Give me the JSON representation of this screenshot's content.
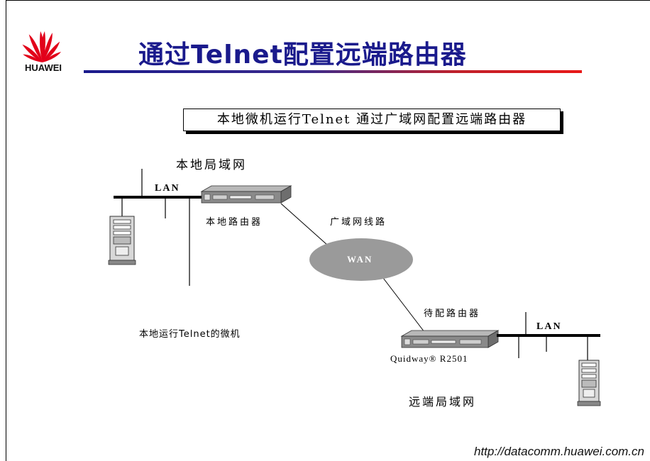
{
  "header": {
    "brand": "HUAWEI",
    "title": "通过Telnet配置远端路由器"
  },
  "diagram": {
    "caption": "本地微机运行Telnet 通过广域网配置远端路由器",
    "local_lan_title": "本地局域网",
    "local_lan_label": "LAN",
    "local_router_label": "本地路由器",
    "wan_link_label": "广域网线路",
    "wan_label": "WAN",
    "local_pc_label": "本地运行Telnet的微机",
    "remote_router_label": "待配路由器",
    "remote_router_model": "Quidway® R2501",
    "remote_lan_label": "LAN",
    "remote_lan_title": "远端局域网"
  },
  "footer": {
    "url": "http://datacomm.huawei.com.cn"
  },
  "colors": {
    "title": "#1a1a8c",
    "wan_cloud": "#9a9a9a",
    "router_body": "#8a8a8a"
  },
  "icons": [
    "huawei-logo",
    "server-tower-icon",
    "router-icon"
  ]
}
